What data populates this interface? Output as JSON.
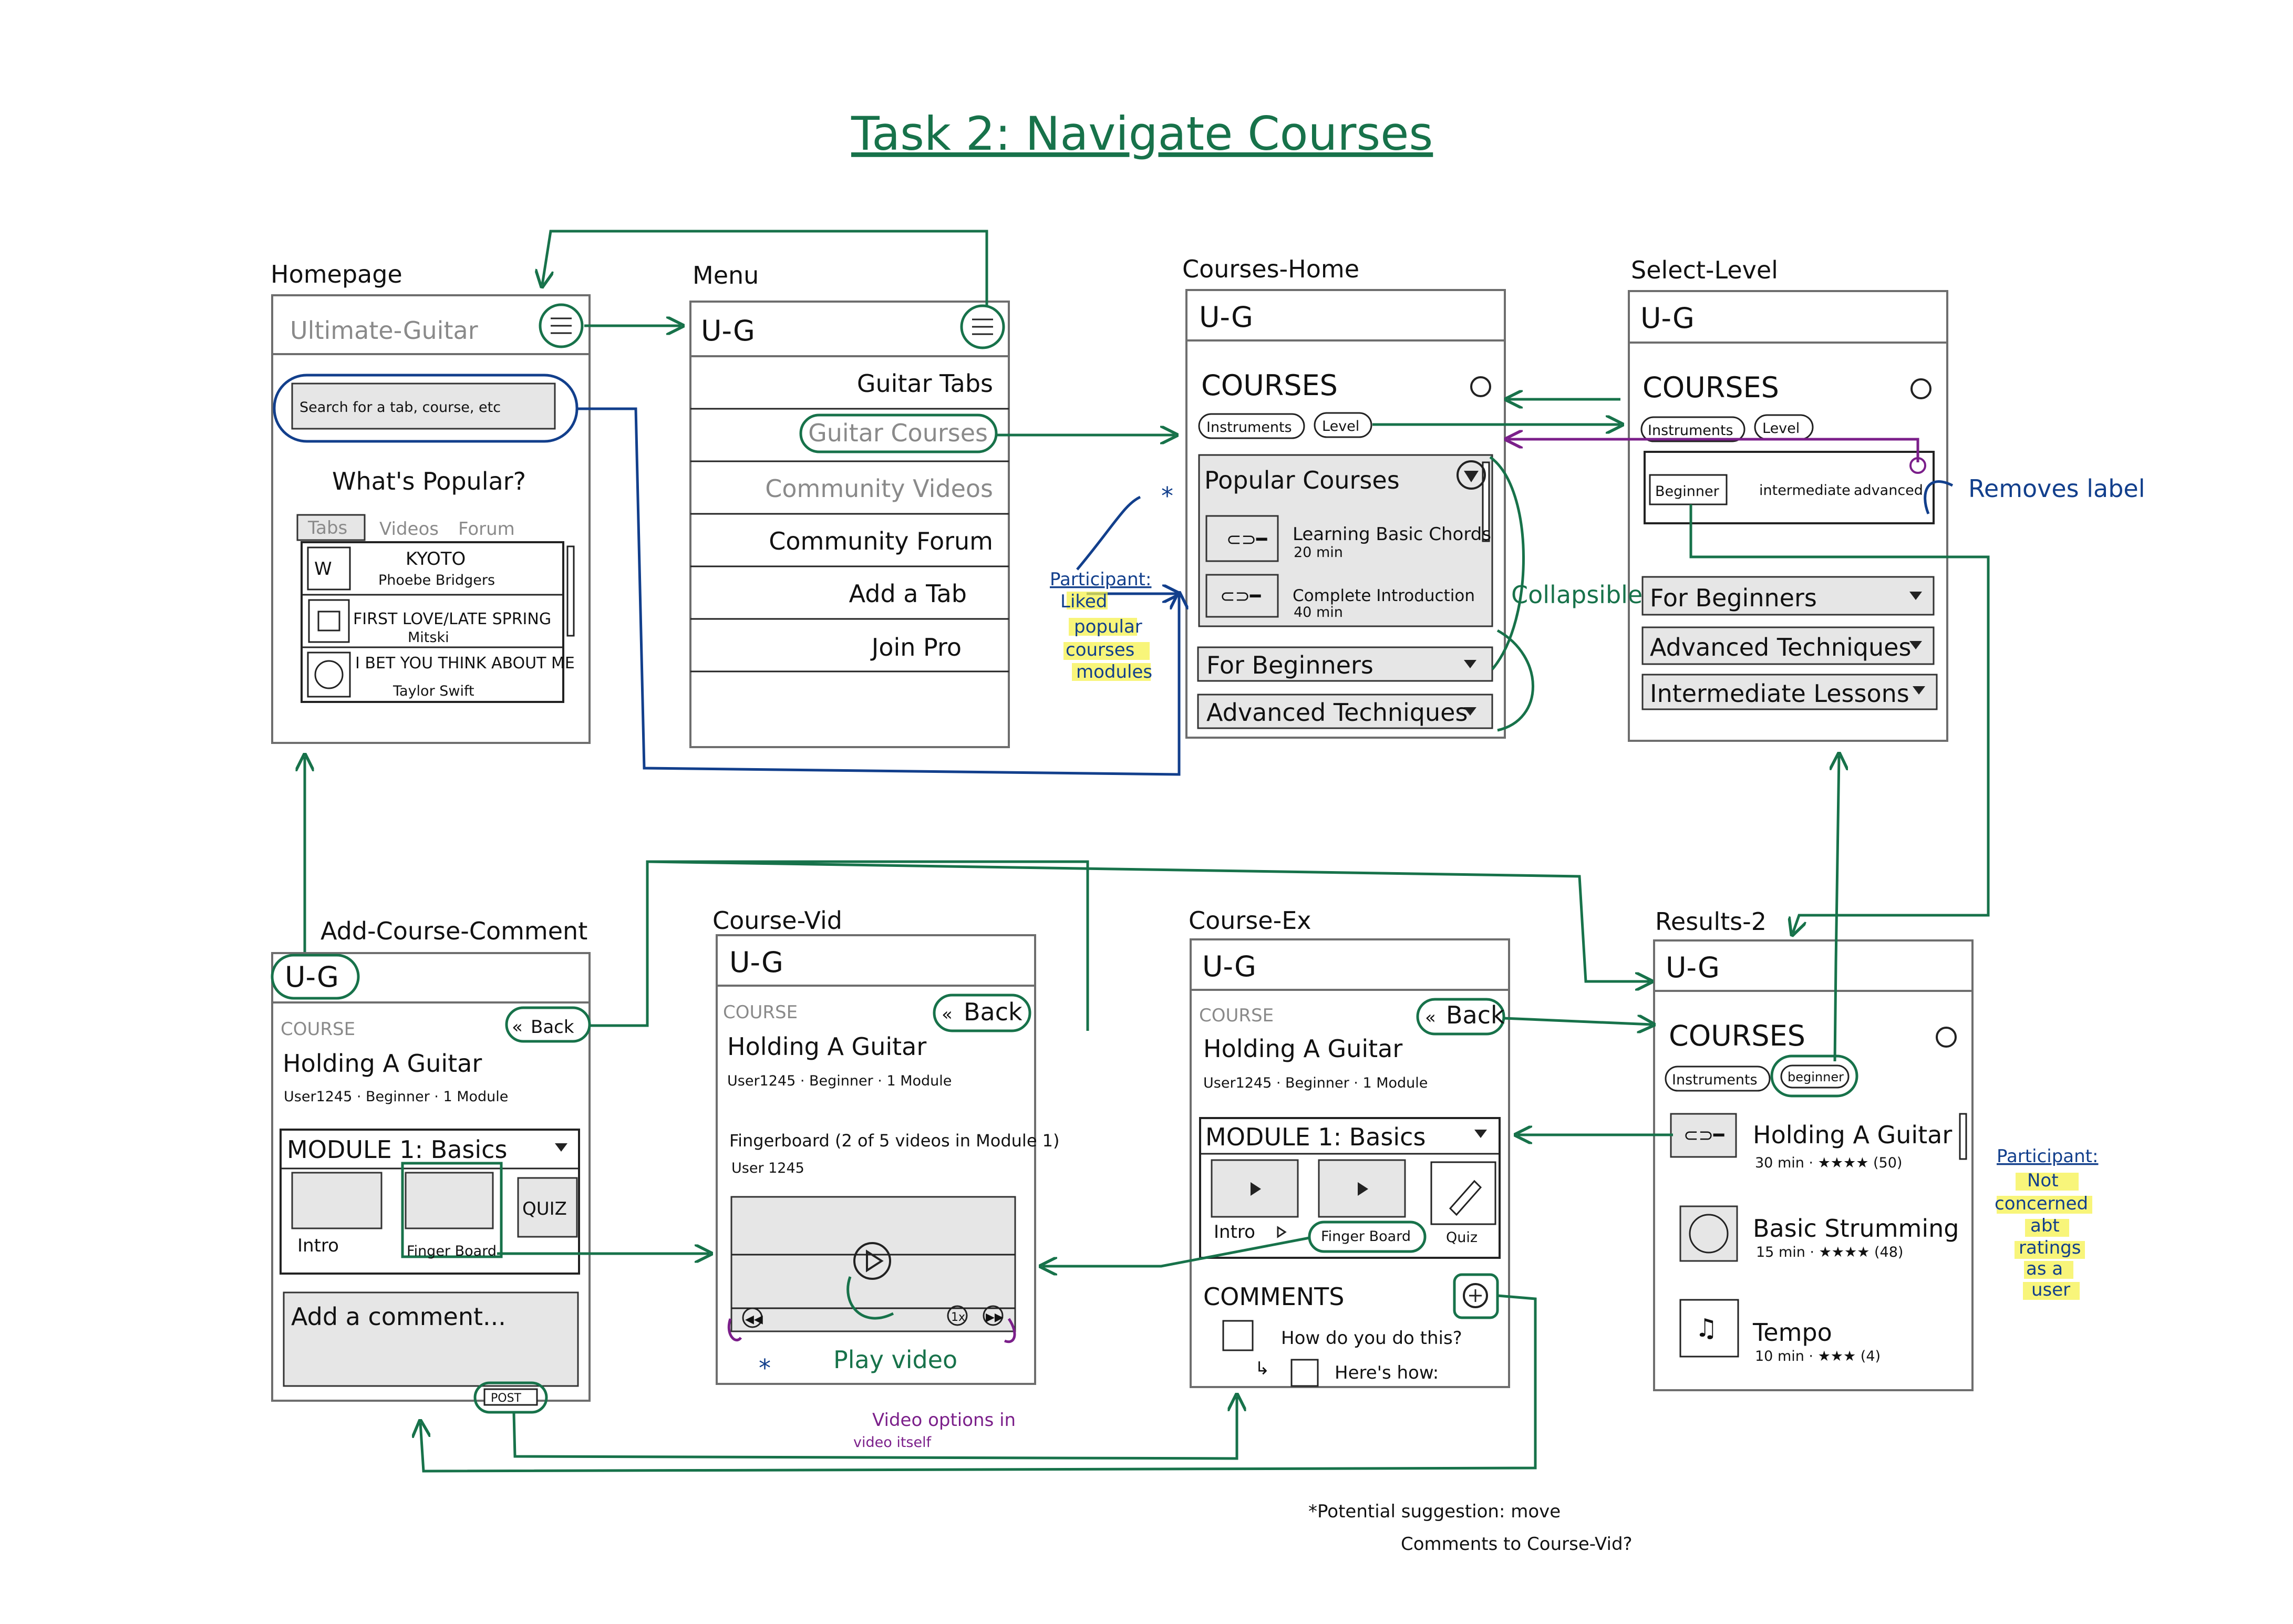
{
  "title": "Task 2: Navigate Courses",
  "colors": {
    "green": "#17724a",
    "blue": "#123f8c",
    "purple": "#7b1f8a",
    "highlight": "#f5f24d"
  },
  "screens": {
    "homepage": {
      "label": "Homepage",
      "app_title": "Ultimate-Guitar",
      "search_placeholder": "Search for a tab, course, etc",
      "popular_heading": "What's Popular?",
      "tabs": [
        "Tabs",
        "Videos",
        "Forum"
      ],
      "songs": [
        {
          "title": "KYOTO",
          "artist": "Phoebe Bridgers"
        },
        {
          "title": "FIRST LOVE/LATE SPRING",
          "artist": "Mitski"
        },
        {
          "title": "I BET YOU THINK ABOUT ME",
          "artist": "Taylor Swift"
        }
      ]
    },
    "menu": {
      "label": "Menu",
      "app_title": "U-G",
      "items": [
        "Guitar Tabs",
        "Guitar Courses",
        "Community Videos",
        "Community Forum",
        "Add a Tab",
        "Join Pro"
      ]
    },
    "courses_home": {
      "label": "Courses-Home",
      "app_title": "U-G",
      "heading": "COURSES",
      "chips": [
        "Instruments",
        "Level"
      ],
      "popular_title": "Popular Courses",
      "popular_items": [
        {
          "name": "Learning Basic Chords",
          "meta": "20 min"
        },
        {
          "name": "Complete Introduction",
          "meta": "40 min"
        }
      ],
      "sections": [
        "For Beginners",
        "Advanced Techniques"
      ]
    },
    "select_level": {
      "label": "Select-Level",
      "app_title": "U-G",
      "heading": "COURSES",
      "chips": [
        "Instruments",
        "Level"
      ],
      "levels": [
        "Beginner",
        "intermediate",
        "advanced"
      ],
      "sections": [
        "For Beginners",
        "Advanced Techniques",
        "Intermediate Lessons"
      ]
    },
    "add_comment": {
      "label": "Add-Course-Comment",
      "app_title": "U-G",
      "back": "Back",
      "overline": "COURSE",
      "title": "Holding A Guitar",
      "meta": "User1245 · Beginner · 1 Module",
      "module": "MODULE 1: Basics",
      "thumbs": [
        "Intro",
        "Finger Board"
      ],
      "quiz": "QUIZ",
      "comment_placeholder": "Add a comment...",
      "post": "POST"
    },
    "course_vid": {
      "label": "Course-Vid",
      "app_title": "U-G",
      "back": "Back",
      "overline": "COURSE",
      "title": "Holding A Guitar",
      "meta": "User1245 · Beginner · 1 Module",
      "video_title": "Fingerboard (2 of 5 videos in Module 1)",
      "video_user": "User 1245",
      "speed": "1x"
    },
    "course_ex": {
      "label": "Course-Ex",
      "app_title": "U-G",
      "back": "Back",
      "overline": "COURSE",
      "title": "Holding A Guitar",
      "meta": "User1245 · Beginner · 1 Module",
      "module": "MODULE 1: Basics",
      "thumbs": [
        "Intro",
        "Finger Board",
        "Quiz"
      ],
      "comments_heading": "COMMENTS",
      "comment": "How do you do this?",
      "reply": "Here's how:"
    },
    "results": {
      "label": "Results-2",
      "app_title": "U-G",
      "heading": "COURSES",
      "chips": [
        "Instruments",
        "beginner"
      ],
      "items": [
        {
          "name": "Holding A Guitar",
          "meta": "30 min · ★★★★ (50)"
        },
        {
          "name": "Basic Strumming",
          "meta": "15 min · ★★★★ (48)"
        },
        {
          "name": "Tempo",
          "meta": "10 min · ★★★ (4)"
        }
      ]
    }
  },
  "annotations": {
    "liked": [
      "Participant:",
      "Liked",
      "popular",
      "courses",
      "modules"
    ],
    "collapsible": "Collapsible",
    "removes_label": "Removes label",
    "not_concerned": [
      "Participant:",
      "Not",
      "concerned",
      "abt",
      "ratings",
      "as a",
      "user"
    ],
    "play_video": "Play video",
    "video_options": [
      "Video options in",
      "video itself"
    ],
    "suggestion": [
      "*Potential suggestion: move",
      "Comments to Course-Vid?"
    ]
  }
}
